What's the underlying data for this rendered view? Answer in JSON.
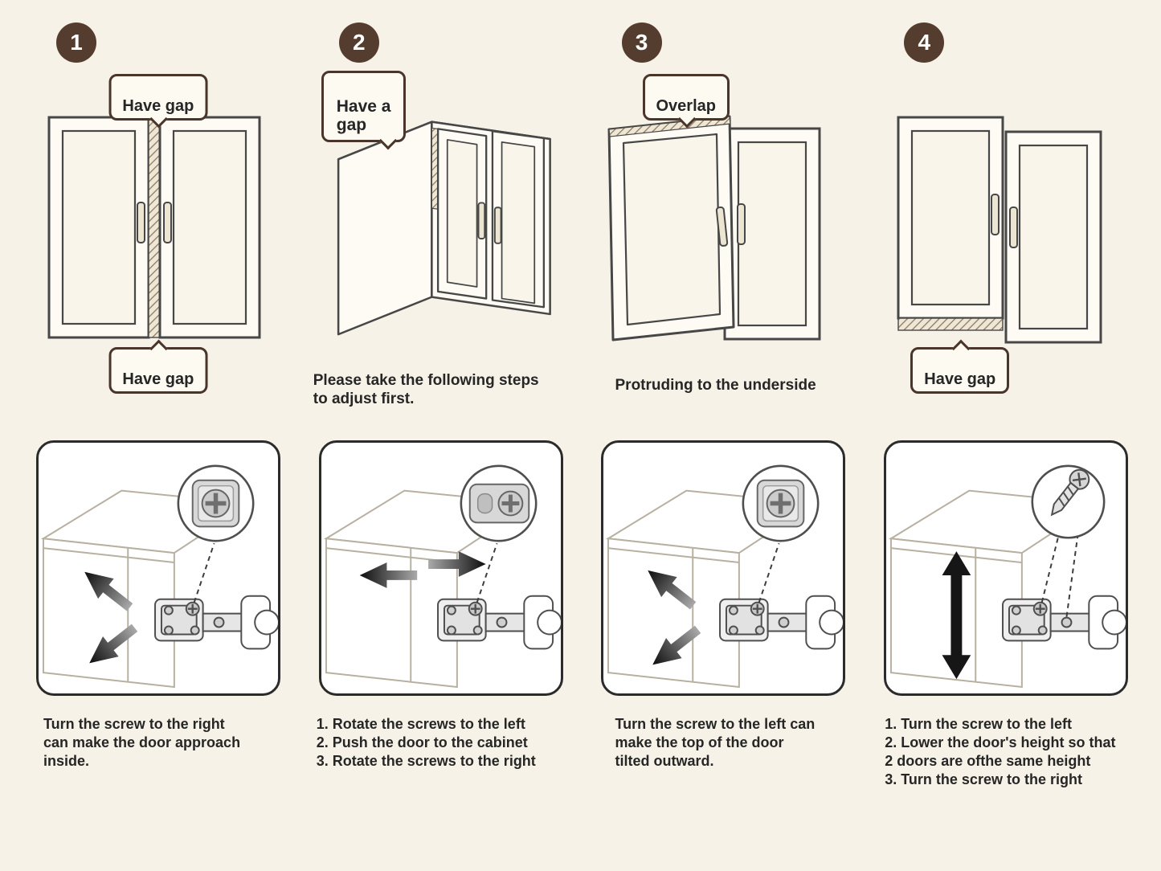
{
  "colors": {
    "background": "#f7f2e7",
    "accent_brown": "#543d2e",
    "callout_border": "#4a352a",
    "ink": "#262626",
    "panel_border": "#2b2b2b"
  },
  "icons": {
    "step-number-badge": "brown-circle-with-white-number",
    "gap-hatch": "diagonal-hatched-strip",
    "magnifier-circle": "zoom-detail-circle",
    "phillips-screw-icon": "circle-with-cross",
    "wood-screw-icon": "side-view-threaded-screw",
    "adjust-arrow-icon": "black-tapered-arrow"
  },
  "steps": [
    {
      "number": "1",
      "callout_top": "Have gap",
      "callout_bottom": "Have gap",
      "caption": "",
      "instructions": "Turn the screw to the right\ncan make the door approach\ninside."
    },
    {
      "number": "2",
      "callout_top": "Have a\ngap",
      "caption": "Please take the following steps\nto adjust first.",
      "instructions": "1. Rotate the screws to the left\n2. Push the door to the cabinet\n3. Rotate the screws to the right"
    },
    {
      "number": "3",
      "callout_top": "Overlap",
      "caption": "Protruding to the underside",
      "instructions": "Turn the screw to the left can\nmake the top of the door\ntilted outward."
    },
    {
      "number": "4",
      "callout_bottom": "Have gap",
      "caption": "",
      "instructions": "1. Turn the screw to the left\n2. Lower the door's height so that\n2 doors are ofthe same height\n3. Turn the screw to the right"
    }
  ]
}
